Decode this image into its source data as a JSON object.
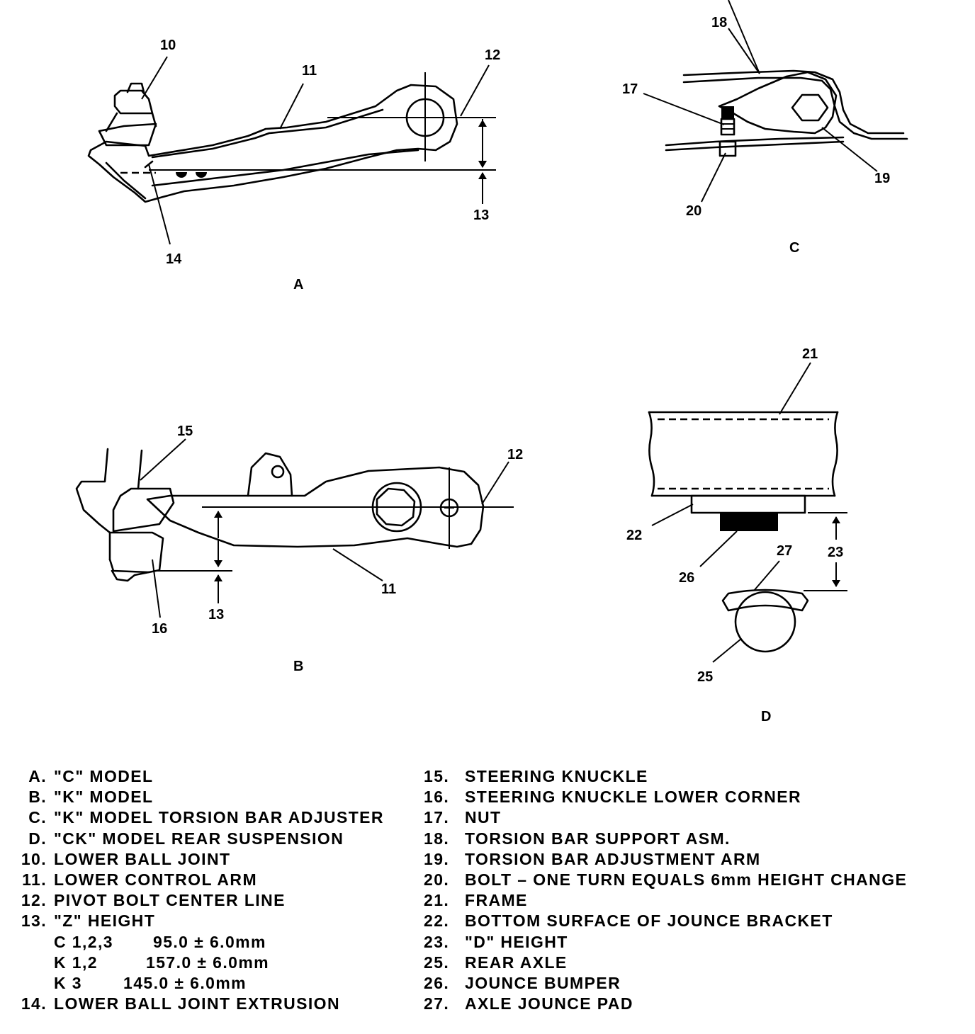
{
  "callouts": {
    "n10": "10",
    "n11": "11",
    "n12": "12",
    "n13": "13",
    "n14": "14",
    "n15": "15",
    "n16": "16",
    "n17": "17",
    "n18": "18",
    "n19": "19",
    "n20": "20",
    "n21": "21",
    "n22": "22",
    "n23": "23",
    "n25": "25",
    "n26": "26",
    "n27": "27"
  },
  "view_labels": {
    "a": "A",
    "b": "B",
    "c": "C",
    "d": "D"
  },
  "legend_left": [
    {
      "key": "A.",
      "text": "\"C\" MODEL"
    },
    {
      "key": "B.",
      "text": "\"K\" MODEL"
    },
    {
      "key": "C.",
      "text": "\"K\" MODEL TORSION BAR ADJUSTER"
    },
    {
      "key": "D.",
      "text": "\"CK\" MODEL REAR SUSPENSION"
    },
    {
      "key": "10.",
      "text": "LOWER BALL JOINT"
    },
    {
      "key": "11.",
      "text": "LOWER CONTROL ARM"
    },
    {
      "key": "12.",
      "text": "PIVOT BOLT CENTER LINE"
    },
    {
      "key": "13.",
      "text": "\"Z\" HEIGHT"
    }
  ],
  "z_heights": [
    {
      "model": "C 1,2,3",
      "value": "95.0 ± 6.0mm"
    },
    {
      "model": "K 1,2",
      "value": "157.0 ± 6.0mm"
    },
    {
      "model": "K 3",
      "value": "145.0 ± 6.0mm"
    }
  ],
  "legend_left_last": {
    "key": "14.",
    "text": "LOWER BALL JOINT EXTRUSION"
  },
  "legend_right": [
    {
      "key": "15.",
      "text": "STEERING KNUCKLE"
    },
    {
      "key": "16.",
      "text": "STEERING KNUCKLE LOWER CORNER"
    },
    {
      "key": "17.",
      "text": "NUT"
    },
    {
      "key": "18.",
      "text": "TORSION BAR SUPPORT ASM."
    },
    {
      "key": "19.",
      "text": "TORSION BAR ADJUSTMENT ARM"
    },
    {
      "key": "20.",
      "text": "BOLT – ONE TURN EQUALS 6mm HEIGHT CHANGE"
    },
    {
      "key": "21.",
      "text": "FRAME"
    },
    {
      "key": "22.",
      "text": "BOTTOM SURFACE OF JOUNCE BRACKET"
    },
    {
      "key": "23.",
      "text": "\"D\" HEIGHT"
    },
    {
      "key": "25.",
      "text": "REAR AXLE"
    },
    {
      "key": "26.",
      "text": "JOUNCE BUMPER"
    },
    {
      "key": "27.",
      "text": "AXLE JOUNCE PAD"
    }
  ]
}
